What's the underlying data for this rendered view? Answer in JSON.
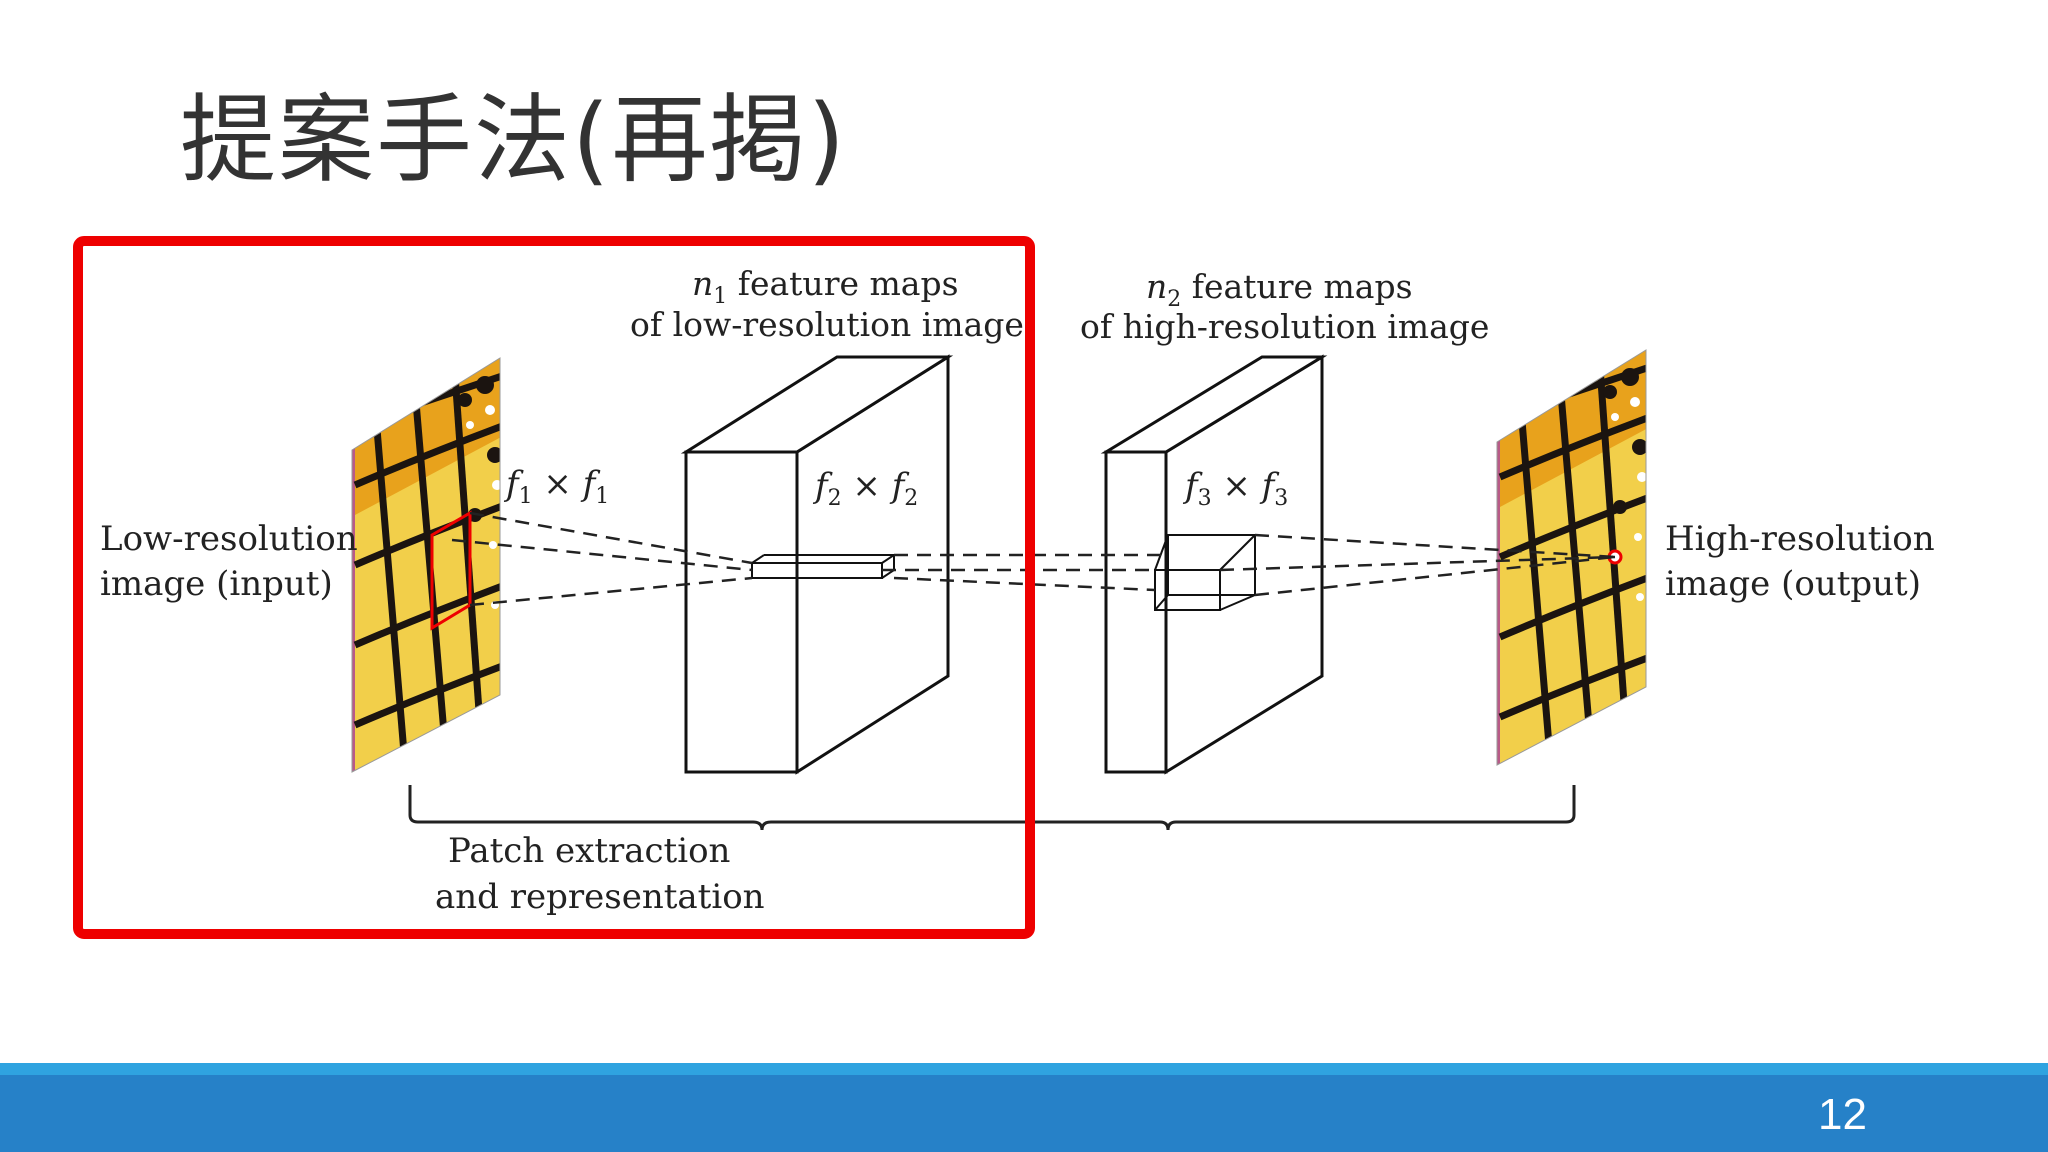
{
  "slide": {
    "title": "提案手法(再掲)",
    "page_number": "12"
  },
  "diagram": {
    "labels": {
      "low_res_line1": "Low-resolution",
      "low_res_line2": "image (input)",
      "high_res_line1": "High-resolution",
      "high_res_line2": "image (output)",
      "n1_line1_var": "n",
      "n1_line1_sub": "1",
      "n1_line1_rest": " feature maps",
      "n1_line2": "of low-resolution image",
      "n2_line1_var": "n",
      "n2_line1_sub": "2",
      "n2_line1_rest": " feature maps",
      "n2_line2": "of high-resolution image",
      "f1_a": "f",
      "f1_a_sub": "1",
      "f1_x": " × ",
      "f1_b": "f",
      "f1_b_sub": "1",
      "f2_a": "f",
      "f2_a_sub": "2",
      "f2_x": " × ",
      "f2_b": "f",
      "f2_b_sub": "2",
      "f3_a": "f",
      "f3_a_sub": "3",
      "f3_x": " × ",
      "f3_b": "f",
      "f3_b_sub": "3",
      "stage_line1": "Patch extraction",
      "stage_line2": "and representation"
    },
    "colors": {
      "highlight": "#ee0000",
      "wing_orange": "#e8a21c",
      "wing_yellow": "#f2cf4a",
      "wing_black": "#1b1410",
      "flower_pink": "#b85a88",
      "footer_bar": "#2681c8",
      "footer_line": "#2fa3e0"
    }
  }
}
